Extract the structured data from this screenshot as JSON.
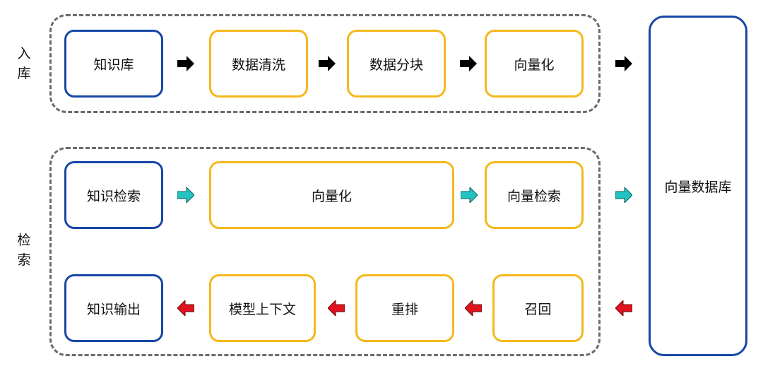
{
  "labels": {
    "ingest": "入库",
    "retrieve": "检索"
  },
  "ingest_row": [
    "知识库",
    "数据清洗",
    "数据分块",
    "向量化"
  ],
  "retrieve_row1": [
    "知识检索",
    "向量化",
    "向量检索"
  ],
  "retrieve_row2": [
    "知识输出",
    "模型上下文",
    "重排",
    "召回"
  ],
  "database": "向量数据库",
  "colors": {
    "blue_border": "#1747a6",
    "yellow_border": "#f5b81c",
    "dashed_group": "#6b6b6b",
    "arrow_black": "#000000",
    "arrow_teal": "#22c3c1",
    "arrow_red": "#e0141e"
  }
}
